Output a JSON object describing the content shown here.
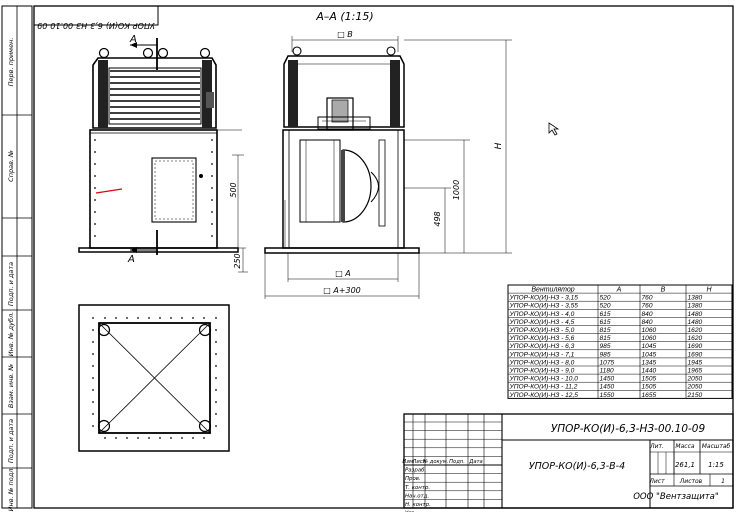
{
  "drawing": {
    "mirrored_stamp": "УПОР-КО(И)-6,3-НЗ-00.10-09",
    "section_title": "А–А (1:15)",
    "section_mark": "А",
    "square_b": "□ В",
    "square_a": "□ А",
    "square_a300": "□ А+300",
    "dim_h": "Н",
    "dim_500": "500",
    "dim_250": "250",
    "dim_1000": "1000",
    "dim_498": "498"
  },
  "left_strip": [
    "Перв. примен.",
    "Справ. №",
    "Подп. и дата",
    "Инв. № дубл.",
    "Взам. инв. №",
    "Подп. и дата",
    "Инв. № подл."
  ],
  "table": {
    "headers": [
      "Вентилятор",
      "А",
      "В",
      "Н"
    ],
    "rows": [
      [
        "УПОР-КО(И)-НЗ - 3,15",
        "520",
        "760",
        "1380"
      ],
      [
        "УПОР-КО(И)-НЗ - 3,55",
        "520",
        "760",
        "1380"
      ],
      [
        "УПОР-КО(И)-НЗ - 4,0",
        "615",
        "840",
        "1480"
      ],
      [
        "УПОР-КО(И)-НЗ - 4,5",
        "615",
        "840",
        "1480"
      ],
      [
        "УПОР-КО(И)-НЗ - 5,0",
        "815",
        "1060",
        "1620"
      ],
      [
        "УПОР-КО(И)-НЗ - 5,6",
        "815",
        "1060",
        "1620"
      ],
      [
        "УПОР-КО(И)-НЗ - 6,3",
        "985",
        "1045",
        "1690"
      ],
      [
        "УПОР-КО(И)-НЗ - 7,1",
        "985",
        "1045",
        "1690"
      ],
      [
        "УПОР-КО(И)-НЗ - 8,0",
        "1075",
        "1345",
        "1945"
      ],
      [
        "УПОР-КО(И)-НЗ - 9,0",
        "1180",
        "1440",
        "1965"
      ],
      [
        "УПОР-КО(И)-НЗ - 10,0",
        "1450",
        "1505",
        "2050"
      ],
      [
        "УПОР-КО(И)-НЗ - 11,2",
        "1450",
        "1505",
        "2050"
      ],
      [
        "УПОР-КО(И)-НЗ - 12,5",
        "1550",
        "1655",
        "2150"
      ]
    ]
  },
  "title_block": {
    "designation": "УПОР-КО(И)-6,3-НЗ-00.10-09",
    "name": "УПОР-КО(И)-6,3-В-4",
    "col_headers": [
      "Изм.",
      "Лист",
      "№ докум.",
      "Подп.",
      "Дата"
    ],
    "roles": [
      "Разраб.",
      "Пров.",
      "Т. контр.",
      "Нач.отд.",
      "Н. контр.",
      "Утв."
    ],
    "lit_label": "Лит.",
    "mass_label": "Масса",
    "scale_label": "Масштаб",
    "mass": "261,1",
    "scale": "1:15",
    "sheet_label": "Лист",
    "sheets_label": "Листов",
    "sheets": "1",
    "company": "ООО \"Вентзащита\""
  }
}
